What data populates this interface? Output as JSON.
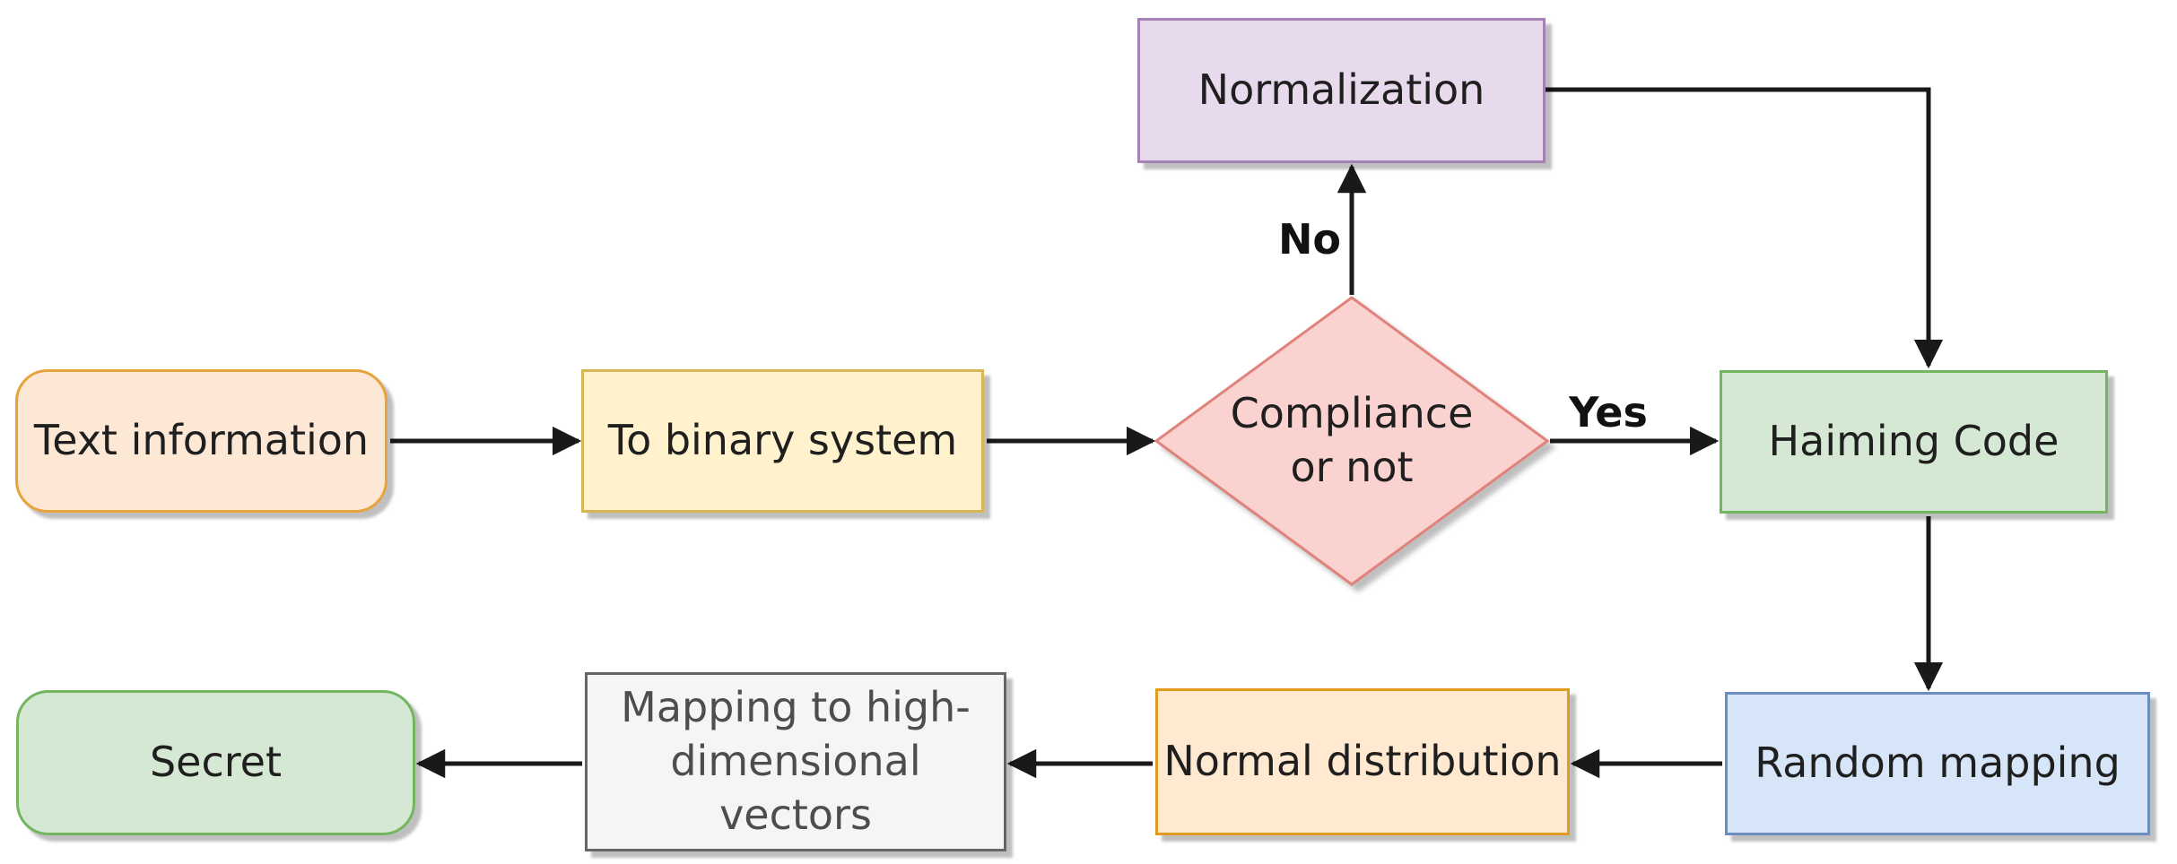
{
  "diagram": {
    "type": "flowchart",
    "background_color": "#FFFFFF",
    "edge_color": "#191919",
    "nodes": [
      {
        "id": "text-information",
        "label": "Text information",
        "shape": "rounded-rect",
        "fill": "#FCE8D5",
        "stroke": "#E8A33D"
      },
      {
        "id": "to-binary-system",
        "label": "To binary system",
        "shape": "rect",
        "fill": "#FFF2CC",
        "stroke": "#D6B656"
      },
      {
        "id": "compliance-or-not",
        "label": "Compliance or not",
        "shape": "diamond",
        "fill": "#FAD2D0",
        "stroke": "#E0837C"
      },
      {
        "id": "normalization",
        "label": "Normalization",
        "shape": "rect",
        "fill": "#E8DAED",
        "stroke": "#A482B4"
      },
      {
        "id": "haiming-code",
        "label": "Haiming Code",
        "shape": "rect",
        "fill": "#D5E8D4",
        "stroke": "#74B560"
      },
      {
        "id": "random-mapping",
        "label": "Random mapping",
        "shape": "rect",
        "fill": "#D6E6F8",
        "stroke": "#6C8EBF"
      },
      {
        "id": "normal-distribution",
        "label": "Normal distribution",
        "shape": "rect",
        "fill": "#FFE9D1",
        "stroke": "#E09C20"
      },
      {
        "id": "mapping-to-high-dimensional-vectors",
        "label": "Mapping to high-dimensional vectors",
        "shape": "rect",
        "fill": "#F5F5F5",
        "stroke": "#666666"
      },
      {
        "id": "secret",
        "label": "Secret",
        "shape": "rounded-rect",
        "fill": "#D5E8D4",
        "stroke": "#74B560"
      }
    ],
    "edges": [
      {
        "from": "text-information",
        "to": "to-binary-system",
        "label": ""
      },
      {
        "from": "to-binary-system",
        "to": "compliance-or-not",
        "label": ""
      },
      {
        "from": "compliance-or-not",
        "to": "normalization",
        "label": "No"
      },
      {
        "from": "compliance-or-not",
        "to": "haiming-code",
        "label": "Yes"
      },
      {
        "from": "normalization",
        "to": "haiming-code",
        "label": ""
      },
      {
        "from": "haiming-code",
        "to": "random-mapping",
        "label": ""
      },
      {
        "from": "random-mapping",
        "to": "normal-distribution",
        "label": ""
      },
      {
        "from": "normal-distribution",
        "to": "mapping-to-high-dimensional-vectors",
        "label": ""
      },
      {
        "from": "mapping-to-high-dimensional-vectors",
        "to": "secret",
        "label": ""
      }
    ]
  }
}
